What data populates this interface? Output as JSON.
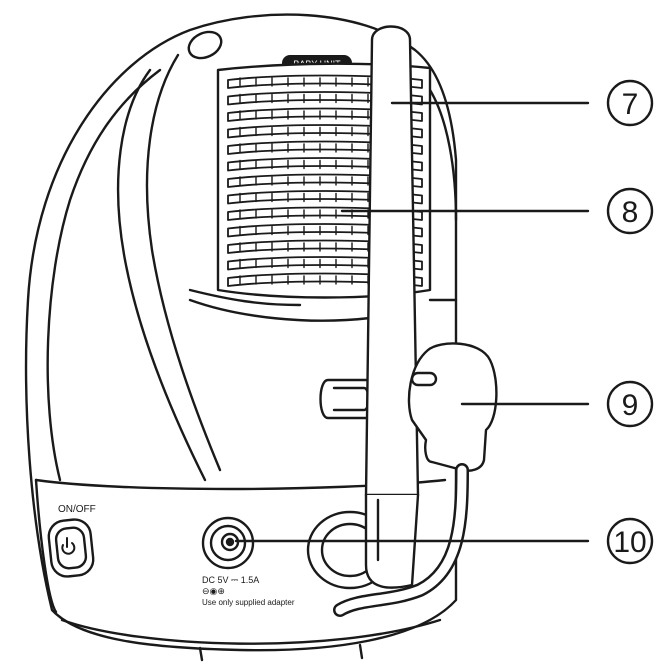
{
  "device": {
    "top_label": "BABY UNIT",
    "power_label": "ON/OFF",
    "dc_rating": "DC 5V ⎓ 1.5A",
    "polarity_symbol": "⊖◉⊕",
    "adapter_note": "Use only supplied adapter"
  },
  "callouts": [
    {
      "number": "7"
    },
    {
      "number": "8"
    },
    {
      "number": "9"
    },
    {
      "number": "10"
    }
  ],
  "colors": {
    "line": "#1a1a1a",
    "fill": "#ffffff"
  }
}
